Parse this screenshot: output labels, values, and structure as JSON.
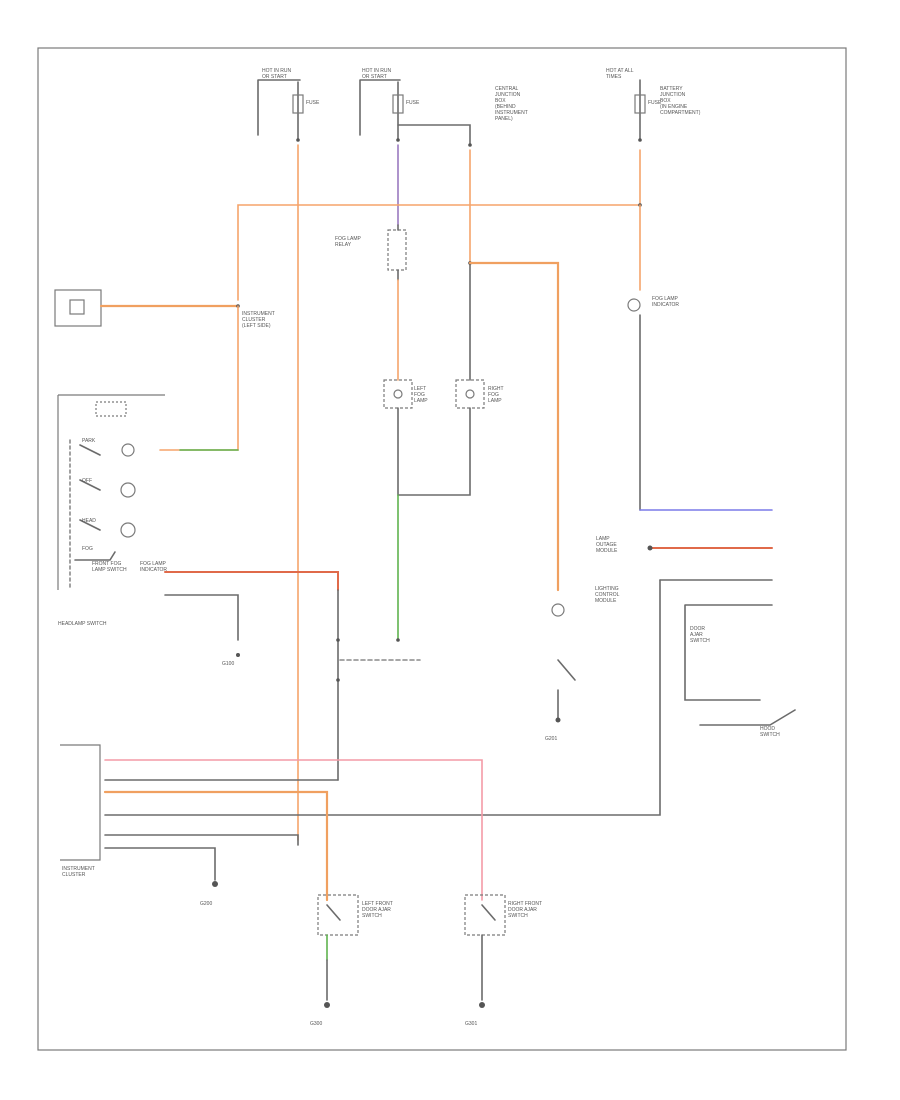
{
  "diagram": {
    "corner_code": "",
    "labels": {
      "hot_run_1": "HOT IN RUN\nOR START",
      "hot_run_2": "HOT IN RUN\nOR START",
      "central_junction": "CENTRAL\nJUNCTION\nBOX\n(BEHIND\nINSTRUMENT\nPANEL)",
      "hot_at_all": "HOT AT ALL\nTIMES",
      "battery_junction": "BATTERY\nJUNCTION\nBOX\n(IN ENGINE\nCOMPARTMENT)",
      "fuse_a": "FUSE",
      "fuse_b": "FUSE",
      "fuse_c": "FUSE",
      "fog_lamp_relay": "FOG LAMP\nRELAY",
      "left_fog_lamp": "LEFT\nFOG\nLAMP",
      "right_fog_lamp": "RIGHT\nFOG\nLAMP",
      "left_inst_cluster": "INSTRUMENT\nCLUSTER\n(LEFT SIDE)",
      "headlamp_switch": "HEADLAMP SWITCH",
      "park": "PARK",
      "off": "OFF",
      "head": "HEAD",
      "fog": "FOG",
      "front_fog_switch": "FRONT FOG\nLAMP SWITCH",
      "fog_lamp_indicator": "FOG LAMP\nINDICATOR",
      "lighting_control_module": "LIGHTING\nCONTROL\nMODULE",
      "door_ajar_switch": "DOOR\nAJAR\nSWITCH",
      "hood_switch": "HOOD\nSWITCH",
      "left_front_door": "LEFT FRONT\nDOOR AJAR\nSWITCH",
      "right_front_door": "RIGHT FRONT\nDOOR AJAR\nSWITCH",
      "instrument_cluster": "INSTRUMENT\nCLUSTER",
      "lamp_outage": "LAMP\nOUTAGE\nMODULE",
      "g100": "G100",
      "g200": "G200",
      "g201": "G201",
      "g300": "G300",
      "g301": "G301"
    }
  }
}
